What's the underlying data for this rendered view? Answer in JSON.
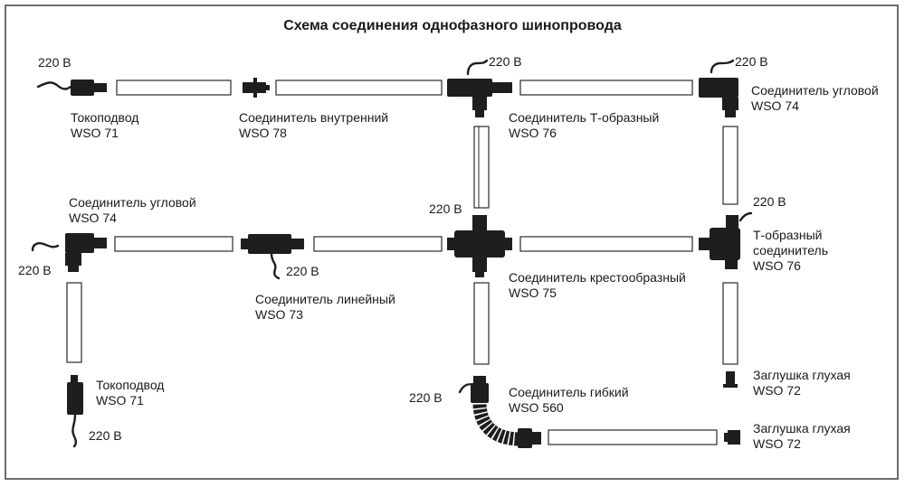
{
  "title": "Схема соединения однофазного шинопровода",
  "voltage": "220 В",
  "labels": {
    "feed_top": {
      "name": "Токоподвод",
      "code": "WSO 71"
    },
    "inner_top": {
      "name": "Соединитель внутренний",
      "code": "WSO 78"
    },
    "tee_top": {
      "name": "Соединитель Т-образный",
      "code": "WSO 76"
    },
    "corner_top": {
      "name": "Соединитель угловой",
      "code": "WSO 74"
    },
    "corner_left": {
      "name": "Соединитель угловой",
      "code": "WSO 74"
    },
    "linear": {
      "name": "Соединитель линейный",
      "code": "WSO 73"
    },
    "cross": {
      "name": "Соединитель крестообразный",
      "code": "WSO 75"
    },
    "tee_right": {
      "line1": "Т-образный",
      "line2": "соединитель",
      "code": "WSO 76"
    },
    "feed_bottom": {
      "name": "Токоподвод",
      "code": "WSO 71"
    },
    "flex": {
      "name": "Соединитель гибкий",
      "code": "WSO 560"
    },
    "endcap_upper": {
      "name": "Заглушка глухая",
      "code": "WSO 72"
    },
    "endcap_lower": {
      "name": "Заглушка глухая",
      "code": "WSO 72"
    }
  }
}
